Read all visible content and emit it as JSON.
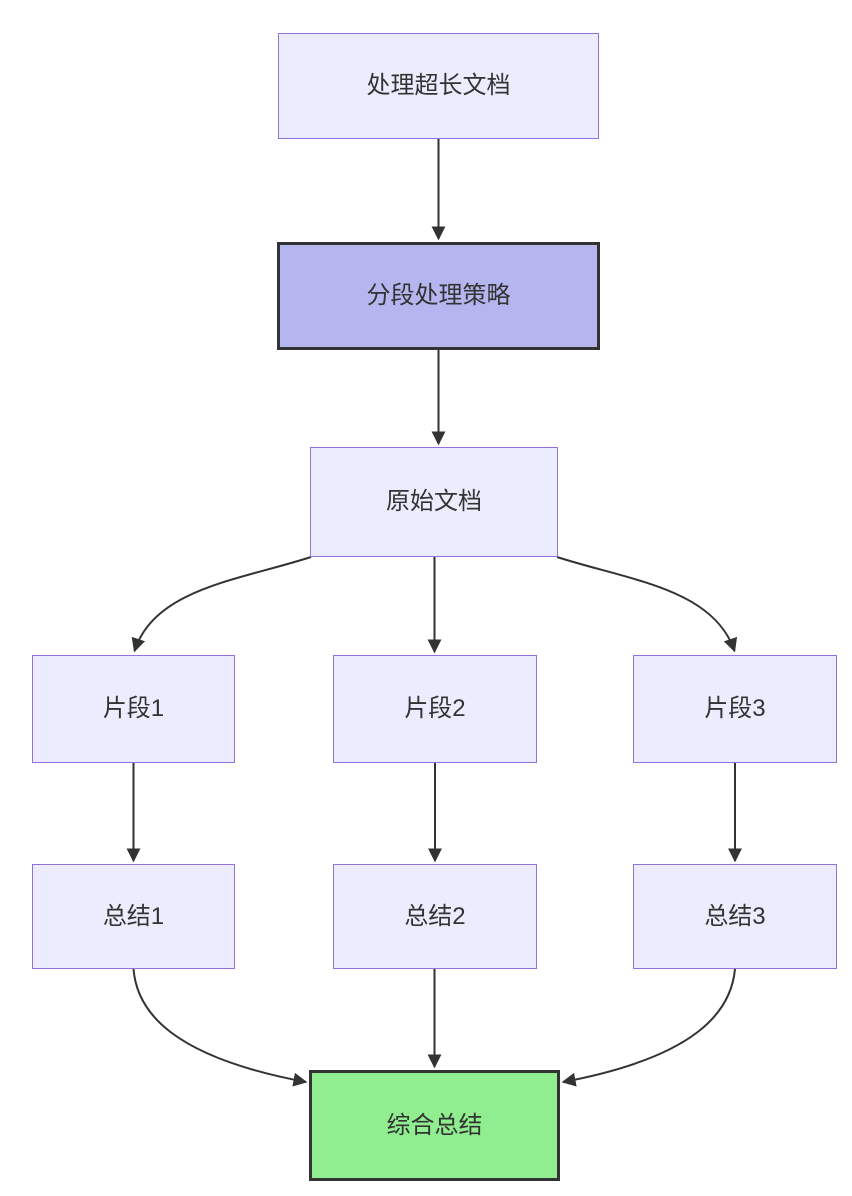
{
  "diagram": {
    "type": "flowchart",
    "direction": "top-down",
    "colors": {
      "background": "#ffffff",
      "node_fill": "#ececff",
      "node_border": "#9370db",
      "emphasis_fill": "#b5b5f0",
      "emphasis_border": "#333333",
      "success_fill": "#90ee90",
      "success_border": "#333333",
      "edge_stroke": "#333333",
      "text": "#333333"
    },
    "nodes": [
      {
        "id": "A",
        "label": "处理超长文档",
        "style": "default"
      },
      {
        "id": "B",
        "label": "分段处理策略",
        "style": "emphasis"
      },
      {
        "id": "C",
        "label": "原始文档",
        "style": "default"
      },
      {
        "id": "D",
        "label": "片段1",
        "style": "default"
      },
      {
        "id": "E",
        "label": "片段2",
        "style": "default"
      },
      {
        "id": "F",
        "label": "片段3",
        "style": "default"
      },
      {
        "id": "G",
        "label": "总结1",
        "style": "default"
      },
      {
        "id": "H",
        "label": "总结2",
        "style": "default"
      },
      {
        "id": "I",
        "label": "总结3",
        "style": "default"
      },
      {
        "id": "J",
        "label": "综合总结",
        "style": "success"
      }
    ],
    "edges": [
      {
        "from": "A",
        "to": "B"
      },
      {
        "from": "B",
        "to": "C"
      },
      {
        "from": "C",
        "to": "D"
      },
      {
        "from": "C",
        "to": "E"
      },
      {
        "from": "C",
        "to": "F"
      },
      {
        "from": "D",
        "to": "G"
      },
      {
        "from": "E",
        "to": "H"
      },
      {
        "from": "F",
        "to": "I"
      },
      {
        "from": "G",
        "to": "J"
      },
      {
        "from": "H",
        "to": "J"
      },
      {
        "from": "I",
        "to": "J"
      }
    ]
  }
}
